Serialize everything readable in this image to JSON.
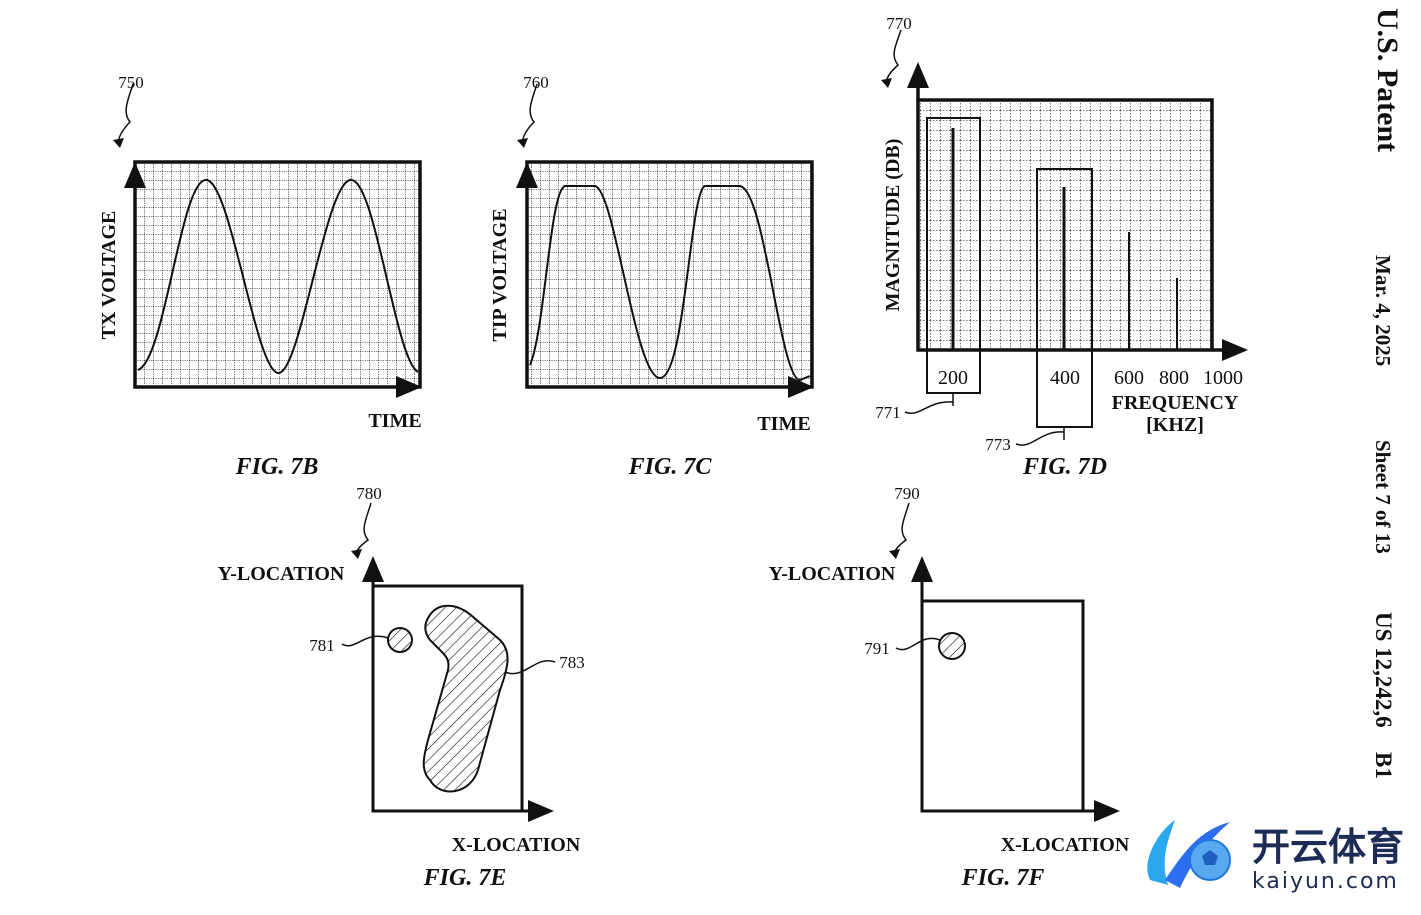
{
  "header": {
    "title": "U.S. Patent",
    "date": "Mar. 4, 2025",
    "sheet": "Sheet 7 of 13",
    "patent_number": "US 12,242,6",
    "kind": "B1"
  },
  "fig7b": {
    "ref": "750",
    "ylabel": "TX VOLTAGE",
    "xlabel": "TIME",
    "caption": "FIG. 7B"
  },
  "fig7c": {
    "ref": "760",
    "ylabel": "TIP VOLTAGE",
    "xlabel": "TIME",
    "caption": "FIG. 7C"
  },
  "fig7d": {
    "ref": "770",
    "ylabel": "MAGNITUDE (DB)",
    "xlabel": "FREQUENCY",
    "xunit": "[KHZ]",
    "ticks": [
      "200",
      "400",
      "600",
      "800",
      "1000"
    ],
    "ref_771": "771",
    "ref_773": "773",
    "caption": "FIG. 7D"
  },
  "fig7e": {
    "ref": "780",
    "ylabel": "Y-LOCATION",
    "xlabel": "X-LOCATION",
    "ref_781": "781",
    "ref_783": "783",
    "caption": "FIG. 7E"
  },
  "fig7f": {
    "ref": "790",
    "ylabel": "Y-LOCATION",
    "xlabel": "X-LOCATION",
    "ref_791": "791",
    "caption": "FIG. 7F"
  },
  "watermark": {
    "cn": "开云体育",
    "en": "kaiyun.com"
  }
}
